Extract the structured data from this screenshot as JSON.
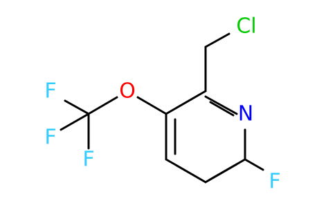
{
  "molecule": {
    "atoms": {
      "cl": {
        "label": "Cl",
        "color": "#00cc00"
      },
      "n": {
        "label": "N",
        "color": "#0000ff"
      },
      "o": {
        "label": "O",
        "color": "#ff0000"
      },
      "f1": {
        "label": "F",
        "color": "#33ccff"
      },
      "f2": {
        "label": "F",
        "color": "#33ccff"
      },
      "f3": {
        "label": "F",
        "color": "#33ccff"
      },
      "f4": {
        "label": "F",
        "color": "#33ccff"
      }
    }
  }
}
